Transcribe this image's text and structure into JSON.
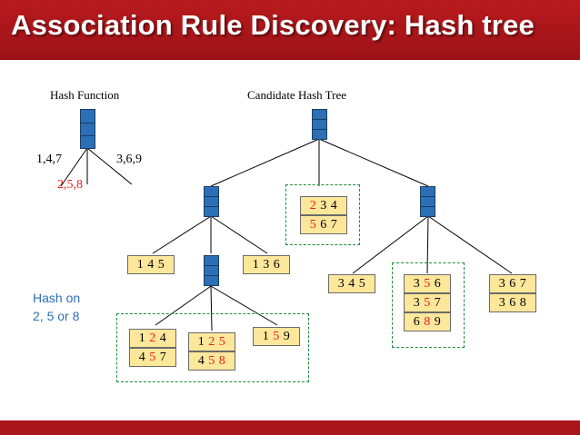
{
  "title": "Association Rule Discovery: Hash tree",
  "hash_function": {
    "label": "Hash Function",
    "branches": [
      "1,4,7",
      "2,5,8",
      "3,6,9"
    ]
  },
  "candidate_tree_label": "Candidate Hash Tree",
  "hash_on_note": {
    "line1": "Hash on",
    "line2": "2, 5 or 8"
  },
  "colors": {
    "title_bar": "#a8151b",
    "node_fill": "#2d6fb5",
    "leaf_fill": "#fde79a",
    "highlight": "#e8201c",
    "group_border": "#1f8a3a",
    "note_text": "#2f6fb7"
  },
  "leaves": {
    "l145": [
      [
        "1",
        "4",
        "5"
      ]
    ],
    "l136": [
      [
        "1",
        "3",
        "6"
      ]
    ],
    "l234_567": [
      [
        "2",
        "3",
        "4"
      ],
      [
        "5",
        "6",
        "7"
      ]
    ],
    "l124_457": [
      [
        "1",
        "2",
        "4"
      ],
      [
        "4",
        "5",
        "7"
      ]
    ],
    "l125_458": [
      [
        "1",
        "2",
        "5"
      ],
      [
        "4",
        "5",
        "8"
      ]
    ],
    "l159": [
      [
        "1",
        "5",
        "9"
      ]
    ],
    "l345": [
      [
        "3",
        "4",
        "5"
      ]
    ],
    "l356_357_689": [
      [
        "3",
        "5",
        "6"
      ],
      [
        "3",
        "5",
        "7"
      ],
      [
        "6",
        "8",
        "9"
      ]
    ],
    "l367_368": [
      [
        "3",
        "6",
        "7"
      ],
      [
        "3",
        "6",
        "8"
      ]
    ]
  },
  "highlights": {
    "l234_567": [
      [
        0
      ],
      [
        0
      ]
    ],
    "l124_457": [
      [
        1
      ],
      [
        1
      ]
    ],
    "l125_458": [
      [
        1,
        2
      ],
      [
        1,
        2
      ]
    ],
    "l159": [
      [
        1
      ]
    ],
    "l356_357_689": [
      [
        1
      ],
      [
        1
      ],
      [
        1
      ]
    ]
  }
}
